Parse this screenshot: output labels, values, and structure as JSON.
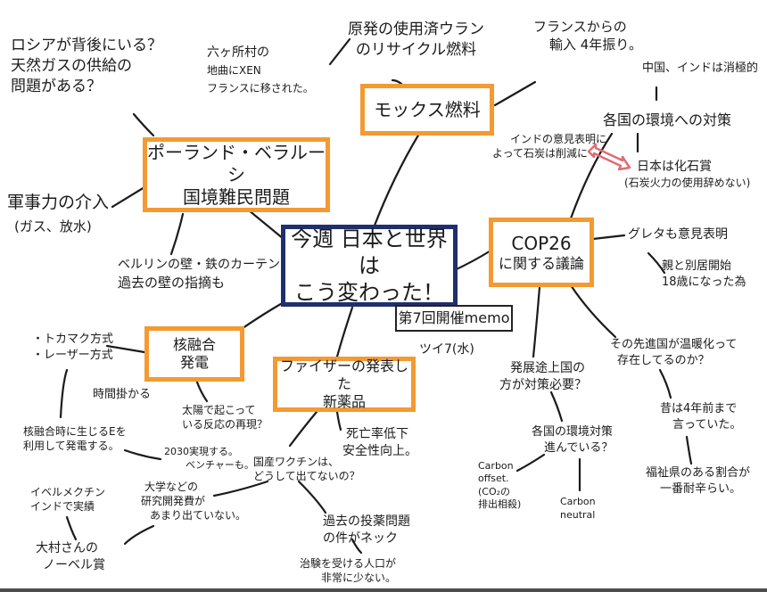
{
  "colors": {
    "accent_orange": "#f39a32",
    "center_navy": "#1f2f6e",
    "ink": "#1b1b1b",
    "arrow_red": "#e06c74"
  },
  "center": {
    "line1": "今週 日本と世界は",
    "line2": "こう変わった！"
  },
  "memo": {
    "label": "第7回開催memo",
    "date": "ツイ7(水)"
  },
  "poland": {
    "line1": "ポーランド・ベラルーシ",
    "line2": "国境難民問題"
  },
  "mox": {
    "label": "モックス燃料"
  },
  "cop": {
    "line1": "COP26",
    "line2": "に関する議論"
  },
  "fusion": {
    "line1": "核融合",
    "line2": "発電"
  },
  "pfizer": {
    "line1": "ファイザーの発表した",
    "line2": "新薬品"
  },
  "notes": {
    "russia": [
      "ロシアが背後にいる？",
      "天然ガスの供給の",
      "問題がある？"
    ],
    "military": [
      "軍事力の介入",
      "(ガス、放水)"
    ],
    "berlin": [
      "ベルリンの壁・鉄のカーテン",
      "過去の壁の指摘も"
    ],
    "rokkasho": [
      "六ヶ所村の",
      "地曲にXEN",
      "フランスに移された。"
    ],
    "recycle": [
      "原発の使用済ウラン",
      "のリサイクル燃料"
    ],
    "france": [
      "フランスからの",
      "輸入 4年振り。"
    ],
    "china_india": [
      "中国、インドは消極的"
    ],
    "countries": [
      "各国の環境への対策"
    ],
    "india_opinion": [
      "インドの意見表明に",
      "よって石炭は削減に"
    ],
    "japan_fossil": [
      "日本は化石賞",
      "(石炭火力の使用辞めない)"
    ],
    "greta": [
      "グレタも意見表明"
    ],
    "greta2": [
      "親と別居開始",
      "18歳になった為"
    ],
    "developed": [
      "その先進国が温暖化って",
      "存在してるのか？"
    ],
    "ancient": [
      "昔は4年前まで",
      "言っていた。"
    ],
    "welfare": [
      "福祉県のある割合が",
      "一番耐辛らい。"
    ],
    "developing": [
      "発展途上国の",
      "方が対策必要？"
    ],
    "countries_action": [
      "各国の環境対策",
      "進んでいる？"
    ],
    "offset": [
      "Carbon",
      "offset.",
      "(CO₂の",
      "排出相殺)"
    ],
    "neutral": [
      "Carbon",
      "neutral"
    ],
    "tokamak": [
      "・トカマク方式",
      "・レーザー方式"
    ],
    "time": [
      "時間掛かる"
    ],
    "sun": [
      "太陽で起こって",
      "いる反応の再現？"
    ],
    "fusion_energy": [
      "核融合時に生じるEを",
      "利用して発電する。"
    ],
    "year2030": [
      "2030実現する。",
      "ベンチャーも。"
    ],
    "death": [
      "死亡率低下",
      "安全性向上。"
    ],
    "vaccine": [
      "国産ワクチンは、",
      "どうして出てないの？"
    ],
    "university": [
      "大学などの",
      "研究開発費が",
      "あまり出ていない。"
    ],
    "ivermectin": [
      "イベルメクチン",
      "インドで実績"
    ],
    "omura": [
      "大村さんの",
      "ノーベル賞"
    ],
    "past_trial": [
      "過去の投薬問題",
      "の件がネック"
    ],
    "trial_people": [
      "治験を受ける人口が",
      "非常に少ない。"
    ]
  }
}
